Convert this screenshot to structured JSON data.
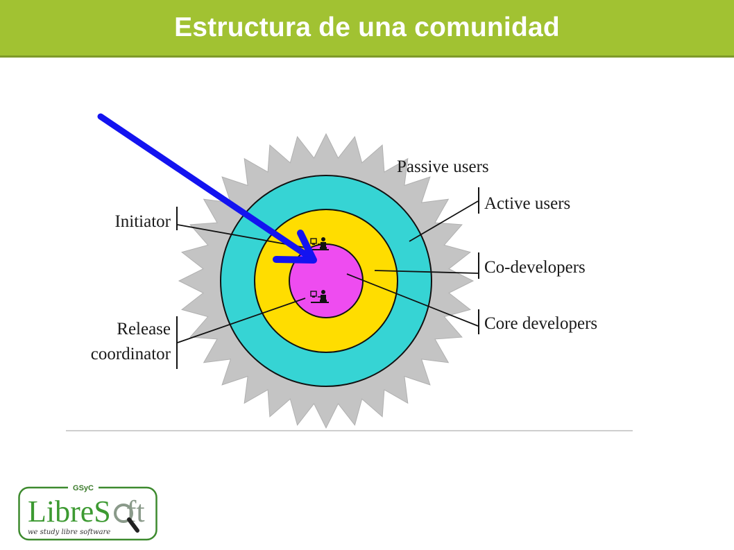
{
  "slide": {
    "title": "Estructura de una comunidad"
  },
  "diagram": {
    "labels": {
      "initiator": "Initiator",
      "release_1": "Release",
      "release_2": "coordinator",
      "passive": "Passive users",
      "active": "Active users",
      "codev": "Co-developers",
      "core": "Core developers"
    },
    "colors": {
      "passive_ring": "#c4c4c4",
      "active_ring": "#36d4d4",
      "codev_ring": "#ffdd00",
      "core_ring": "#ee4cf0",
      "arrow": "#1313f0",
      "title_bar": "#a1c232"
    },
    "icons": [
      "developer-at-computer-icon",
      "developer-at-computer-icon"
    ]
  },
  "logo": {
    "top": "GSyC",
    "name_a": "Libre",
    "name_b": "S",
    "name_c": "ft",
    "tagline": "we study libre software"
  }
}
